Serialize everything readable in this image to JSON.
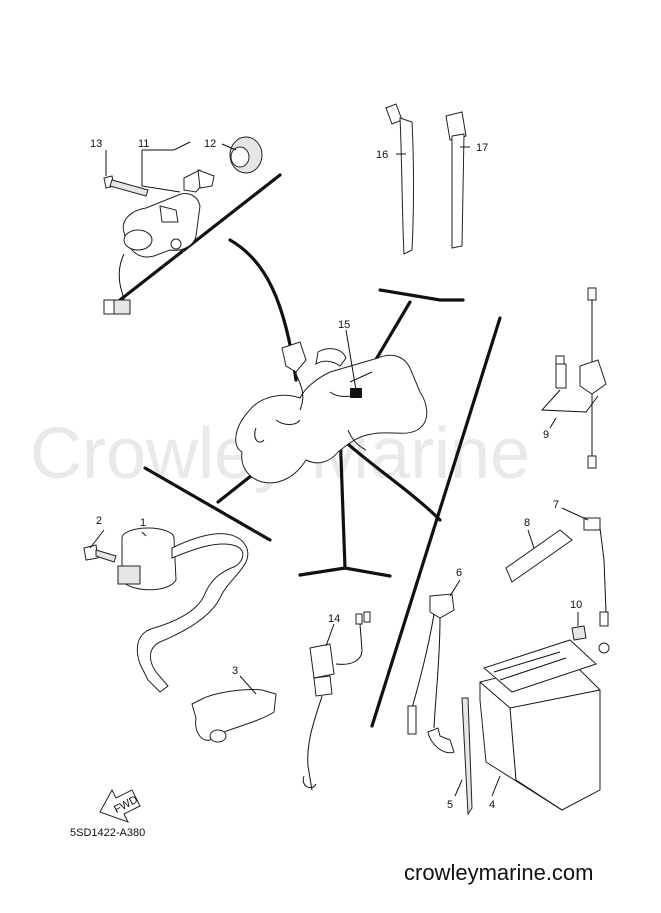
{
  "watermark": "Crowley Marine",
  "diagram_code": "5SD1422-A380",
  "site": "crowleymarine.com",
  "fwd_label": "FWD",
  "callouts": {
    "c1": "1",
    "c2": "2",
    "c3": "3",
    "c4": "4",
    "c5": "5",
    "c6": "6",
    "c7": "7",
    "c8": "8",
    "c9": "9",
    "c10": "10",
    "c11": "11",
    "c12": "12",
    "c13": "13",
    "c14": "14",
    "c15": "15",
    "c16": "16",
    "c17": "17"
  }
}
